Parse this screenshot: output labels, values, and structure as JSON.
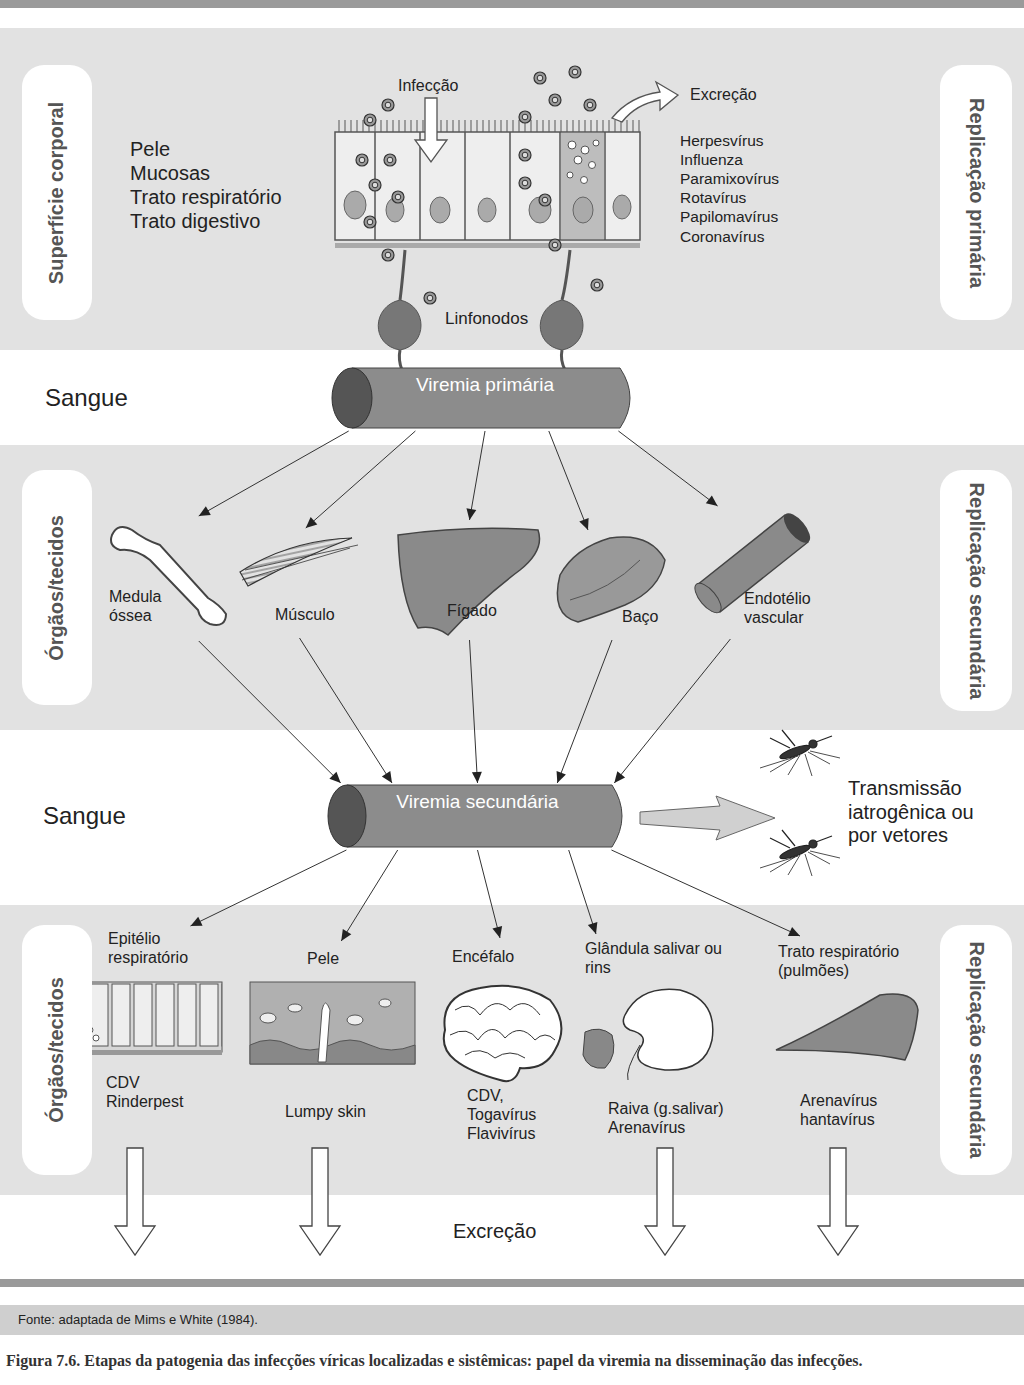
{
  "diagram": {
    "caption": "Figura 7.6. Etapas da patogenia das infecções víricas localizadas e sistêmicas: papel da viremia na disseminação das infecções.",
    "nodes": [
      {
        "text": [
          "Superfície corporal"
        ]
      },
      {
        "text": [
          "Replicação primária"
        ]
      },
      {
        "text": [
          "Viremia primária"
        ]
      },
      {
        "text": [
          "Órgãos/tecidos"
        ]
      },
      {
        "text": [
          "Medula óssea"
        ]
      },
      {
        "text": [
          "Músculo"
        ]
      },
      {
        "text": [
          "Fígado"
        ]
      },
      {
        "text": [
          "Baço"
        ]
      },
      {
        "text": [
          "Endotélio vascular"
        ]
      },
      {
        "text": [
          "Replicação secundária"
        ]
      },
      {
        "text": [
          "Viremia secundária"
        ]
      },
      {
        "text": [
          "Órgãos/tecidos"
        ]
      },
      {
        "text": [
          "Epitélio respiratório",
          "CDV Rinderpest"
        ]
      },
      {
        "text": [
          "Pele",
          "Lumpy skin"
        ]
      },
      {
        "text": [
          "Encéfalo",
          "CDV, Togavírus Flavivírus"
        ]
      },
      {
        "text": [
          "Glândula salivar ou rins",
          "Raiva (g.salivar) Arenavírus"
        ]
      },
      {
        "text": [
          "Trato respiratório (pulmões)",
          "Arenavírus hantavírus"
        ]
      },
      {
        "text": [
          "Replicação secundária"
        ]
      }
    ],
    "edges": [
      {
        "from": 2,
        "to": 4,
        "arrow": "to"
      },
      {
        "from": 2,
        "to": 5,
        "arrow": "to"
      },
      {
        "from": 2,
        "to": 6,
        "arrow": "to"
      },
      {
        "from": 2,
        "to": 7,
        "arrow": "to"
      },
      {
        "from": 2,
        "to": 8,
        "arrow": "to"
      },
      {
        "from": 4,
        "to": 10,
        "arrow": "to"
      },
      {
        "from": 5,
        "to": 10,
        "arrow": "to"
      },
      {
        "from": 6,
        "to": 10,
        "arrow": "to"
      },
      {
        "from": 7,
        "to": 10,
        "arrow": "to"
      },
      {
        "from": 8,
        "to": 10,
        "arrow": "to"
      },
      {
        "from": 10,
        "to": 12,
        "arrow": "to"
      },
      {
        "from": 10,
        "to": 13,
        "arrow": "to"
      },
      {
        "from": 10,
        "to": 14,
        "arrow": "to"
      },
      {
        "from": 10,
        "to": 15,
        "arrow": "to"
      },
      {
        "from": 10,
        "to": 16,
        "arrow": "to"
      }
    ],
    "labels": [
      "Pele",
      "Mucosas",
      "Trato respiratório",
      "Trato digestivo",
      "Infecção",
      "Excreção",
      "Herpesvírus",
      "Influenza",
      "Paramixovírus",
      "Rotavírus",
      "Papilomavírus",
      "Coronavírus",
      "Linfonodos",
      "Sangue",
      "Sangue",
      "Transmissão iatrogênica ou por vetores",
      "Excreção",
      "Fonte: adaptada de Mims e White (1984)."
    ]
  }
}
